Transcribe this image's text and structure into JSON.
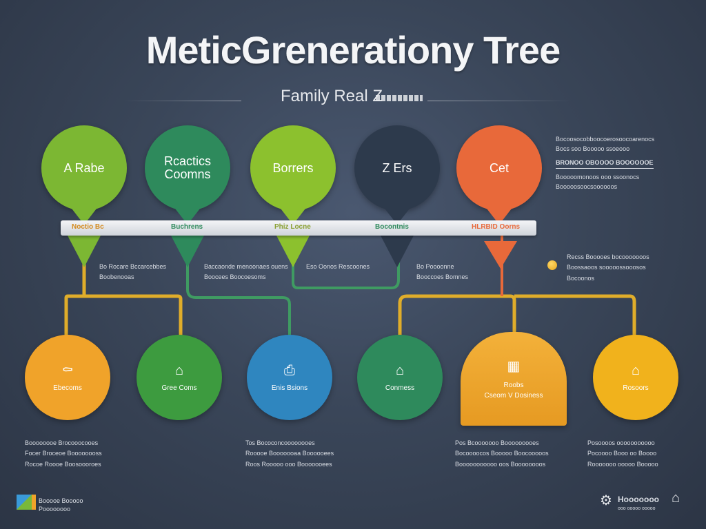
{
  "title": "MeticGrenerationy Tree",
  "subtitle": "Family Real Z",
  "colors": {
    "green": "#7cb733",
    "teal": "#2e8a5c",
    "lime": "#8cc12e",
    "navy": "#2d3a4c",
    "orange": "#e8693a",
    "amber": "#f0a32a",
    "blue": "#2f86bf",
    "yellow": "#f1b21c"
  },
  "top_pins": [
    {
      "lines": [
        "A Rabe"
      ],
      "color": "#7cb733"
    },
    {
      "lines": [
        "Rcactics",
        "Coomns"
      ],
      "color": "#2e8a5c"
    },
    {
      "lines": [
        "Borrers"
      ],
      "color": "#8cc12e"
    },
    {
      "lines": [
        "Z Ers"
      ],
      "color": "#2d3a4c"
    },
    {
      "lines": [
        "Cet"
      ],
      "color": "#e8693a"
    }
  ],
  "bar_labels": [
    {
      "text": "Noctio Bc",
      "color": "#d48a1e"
    },
    {
      "text": "Buchrens",
      "color": "#2e8a5c"
    },
    {
      "text": "Phiz Locne",
      "color": "#8aa032"
    },
    {
      "text": "Bocontnis",
      "color": "#2e8a5c"
    },
    {
      "text": "HLRBID Oorns",
      "color": "#e8693a"
    }
  ],
  "mid_notes": [
    {
      "lines": [
        "Bo Rocare Bccarcebbes",
        "Boobenooas"
      ]
    },
    {
      "lines": [
        "Baccaonde menoonaes ouens",
        "Boocees Boocoesoms"
      ]
    },
    {
      "lines": [
        "Eso Oonos Rescoones"
      ]
    },
    {
      "lines": [
        "Bo Poooonne",
        "Booccoes Bomnes"
      ]
    }
  ],
  "right_notes": [
    {
      "lines": [
        "Bocoosocobboocoerosoocoarenocs",
        "Bocs soo Booooo ssoeooo",
        "BRONOO OBOOOO BOOOOOOE",
        "Booooomonoos ooo ssoonocs",
        "Booooosoocsoooooos"
      ]
    }
  ],
  "bullet_note": {
    "lines": [
      "Recss Booooes bocooooooos",
      "Boossaoos sooooossooosos",
      "Bocoonos"
    ]
  },
  "bottom_nodes": [
    {
      "icon": "grave-icon",
      "glyph": "⚰",
      "label": "Ebecoms",
      "color": "#f0a32a"
    },
    {
      "icon": "home-icon",
      "glyph": "⌂",
      "label": "Gree Coms",
      "color": "#3d9b3f"
    },
    {
      "icon": "camera-icon",
      "glyph": "⎙",
      "label": "Enis Bsions",
      "color": "#2f86bf"
    },
    {
      "icon": "house-icon",
      "glyph": "⌂",
      "label": "Conmess",
      "color": "#2e8a5c"
    }
  ],
  "box_node": {
    "icon": "building-icon",
    "glyph": "▦",
    "lines": [
      "Roobs",
      "Cseom V Dosiness"
    ]
  },
  "last_node": {
    "icon": "roof-icon",
    "glyph": "⌂",
    "label": "Rosoors",
    "color": "#f1b21c"
  },
  "bottom_notes": [
    {
      "lines": [
        "Boooooooe Brocooocooes",
        "Focer Broceoe Boooooooss",
        "Rocoe Roooe Boosoooroes"
      ]
    },
    {
      "lines": [
        "Tos Bococoncoooooooes",
        "Rooooe Booooooaa Boooooees",
        "Roos Rooooo ooo Booooooees"
      ]
    },
    {
      "lines": [
        "Pos Bcooooooo Booooooooes",
        "Bocoooocos Booooo Boocooooos",
        "Booooooooooo oos Boooooooos"
      ]
    },
    {
      "lines": [
        "Posoooos ooooooooooo",
        "Pocoooo Booo oo Boooo",
        "Rooooooo ooooo Booooo"
      ]
    }
  ],
  "footer_left": {
    "lines": [
      "Booooe Booooo",
      "Poooooooo"
    ]
  },
  "footer_right": {
    "text": "Hooooooo",
    "sub": "ooo ooooo ooooo"
  }
}
